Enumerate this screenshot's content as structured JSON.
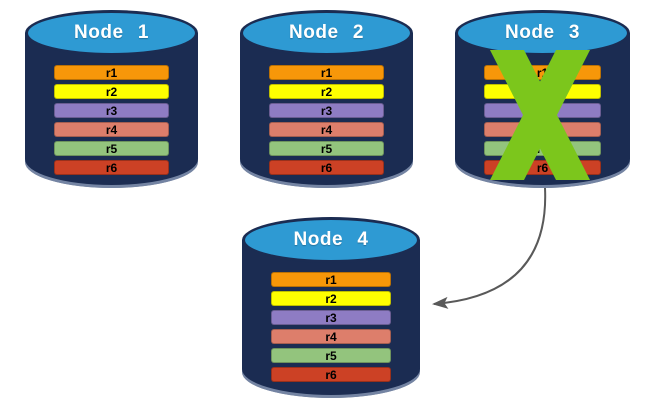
{
  "palette": {
    "background": "#FFFFFF",
    "cylinder_body": "#1B2C52",
    "cylinder_top": "#2E9AD3",
    "node_title_text": "#FFFFFF",
    "row_label_text": "#000000",
    "x_mark": "#7CC61C",
    "arrow": "#595959"
  },
  "nodes": [
    {
      "id": "node-1",
      "title": "Node 1",
      "crossed_out": false,
      "rows": [
        {
          "label": "r1",
          "color": "#F79709"
        },
        {
          "label": "r2",
          "color": "#FFFF00"
        },
        {
          "label": "r3",
          "color": "#8E7CC3"
        },
        {
          "label": "r4",
          "color": "#DD7E6B"
        },
        {
          "label": "r5",
          "color": "#93C47D"
        },
        {
          "label": "r6",
          "color": "#CC4125"
        }
      ]
    },
    {
      "id": "node-2",
      "title": "Node 2",
      "crossed_out": false,
      "rows": [
        {
          "label": "r1",
          "color": "#F79709"
        },
        {
          "label": "r2",
          "color": "#FFFF00"
        },
        {
          "label": "r3",
          "color": "#8E7CC3"
        },
        {
          "label": "r4",
          "color": "#DD7E6B"
        },
        {
          "label": "r5",
          "color": "#93C47D"
        },
        {
          "label": "r6",
          "color": "#CC4125"
        }
      ]
    },
    {
      "id": "node-3",
      "title": "Node 3",
      "crossed_out": true,
      "rows": [
        {
          "label": "r1",
          "color": "#F79709"
        },
        {
          "label": "r2",
          "color": "#FFFF00"
        },
        {
          "label": "r3",
          "color": "#8E7CC3"
        },
        {
          "label": "r4",
          "color": "#DD7E6B"
        },
        {
          "label": "r5",
          "color": "#93C47D"
        },
        {
          "label": "r6",
          "color": "#CC4125"
        }
      ]
    },
    {
      "id": "node-4",
      "title": "Node 4",
      "crossed_out": false,
      "rows": [
        {
          "label": "r1",
          "color": "#F79709"
        },
        {
          "label": "r2",
          "color": "#FFFF00"
        },
        {
          "label": "r3",
          "color": "#8E7CC3"
        },
        {
          "label": "r4",
          "color": "#DD7E6B"
        },
        {
          "label": "r5",
          "color": "#93C47D"
        },
        {
          "label": "r6",
          "color": "#CC4125"
        }
      ]
    }
  ],
  "arrow": {
    "from": "node-3",
    "to": "node-4"
  }
}
